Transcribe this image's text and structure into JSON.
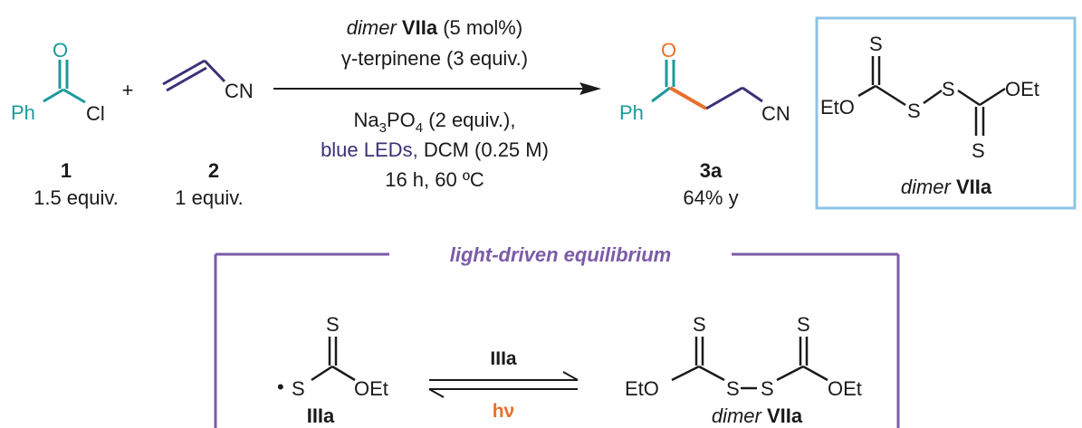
{
  "colors": {
    "teal": "#1b9a9a",
    "navy": "#3b3177",
    "orange": "#e8702a",
    "light_blue_box": "#8cc4e6",
    "purple_box": "#7b5ba8",
    "text": "#1a1a1a"
  },
  "reagents": {
    "acid_chloride": {
      "atom_O": "O",
      "atom_Ph": "Ph",
      "atom_Cl": "Cl",
      "number": "1",
      "amount": "1.5 equiv."
    },
    "plus": "+",
    "acrylonitrile": {
      "atom_CN": "CN",
      "number": "2",
      "amount": "1 equiv."
    }
  },
  "conditions": {
    "above_1_italic": "dimer",
    "above_1_bold": "VIIa",
    "above_1_rest": "(5 mol%)",
    "above_2": "γ-terpinene (3 equiv.)",
    "below_1_pre": "Na",
    "below_1_sub1": "3",
    "below_1_mid": "PO",
    "below_1_sub2": "4",
    "below_1_post": "(2 equiv.),",
    "below_2_colored": "blue LEDs,",
    "below_2_rest": "DCM (0.25 M)",
    "below_3": "16 h, 60 ºC"
  },
  "product": {
    "atom_O": "O",
    "atom_Ph": "Ph",
    "atom_CN": "CN",
    "number": "3a",
    "yield": "64% y"
  },
  "dimer_box": {
    "atom_S_top": "S",
    "atom_EtO": "EtO",
    "atom_S1": "S",
    "atom_S2": "S",
    "atom_OEt": "OEt",
    "atom_S_bottom": "S",
    "label_italic": "dimer",
    "label_bold": "VIIa"
  },
  "equilibrium": {
    "title": "light-driven equilibrium",
    "radical": {
      "dot": "•",
      "atom_S_top": "S",
      "atom_S": "S",
      "atom_OEt": "OEt",
      "label": "IIIa"
    },
    "arrow_top": "IIIa",
    "arrow_bottom": "hν",
    "dimer": {
      "atom_S_top1": "S",
      "atom_S_top2": "S",
      "atom_EtO": "EtO",
      "atom_S_mid1": "S",
      "atom_S_mid2": "S",
      "atom_OEt": "OEt",
      "label_italic": "dimer",
      "label_bold": "VIIa"
    }
  }
}
